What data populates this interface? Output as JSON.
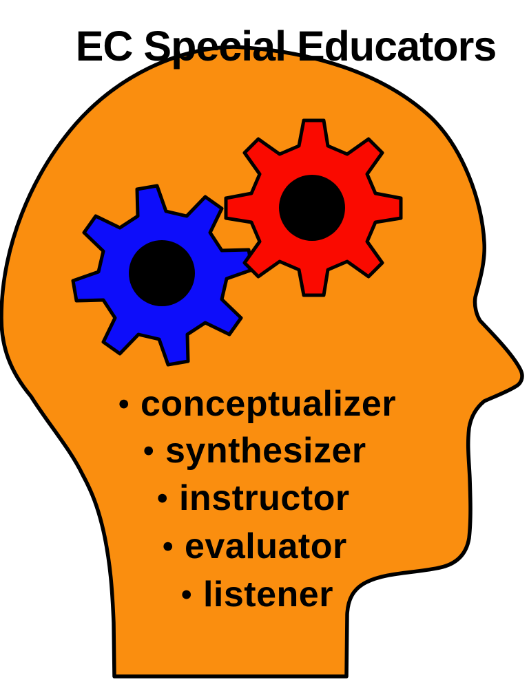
{
  "title": "EC Special Educators",
  "roles": {
    "items": [
      {
        "marker": "•",
        "label": "conceptualizer"
      },
      {
        "marker": "•",
        "label": "synthesizer"
      },
      {
        "marker": "•",
        "label": "instructor"
      },
      {
        "marker": "•",
        "label": "evaluator"
      },
      {
        "marker": "•",
        "label": "listener"
      }
    ]
  },
  "icons": {
    "left_gear": "gear-icon",
    "right_gear": "gear-icon",
    "head": "head-profile-silhouette"
  },
  "colors": {
    "background": "#FFFFFF",
    "text": "#000000",
    "outline": "#000000",
    "head_fill": "#FA8E0F",
    "gear_left_fill": "#0D0DFA",
    "gear_right_fill": "#FA0A00",
    "gear_hub_fill": "#000000"
  }
}
